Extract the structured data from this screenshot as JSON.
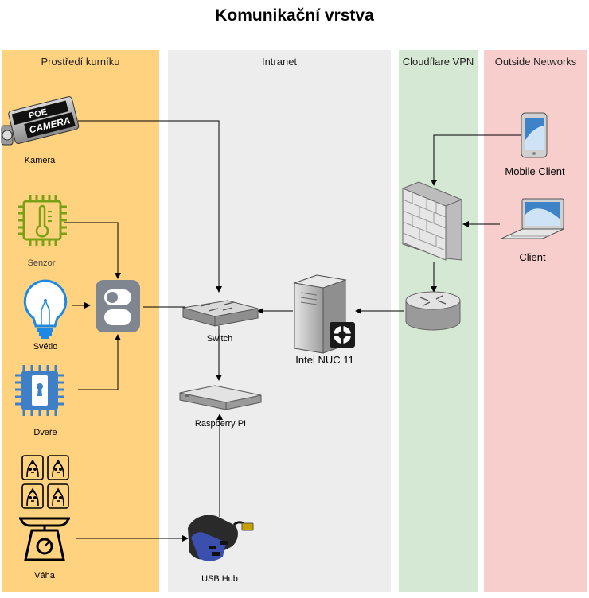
{
  "title": "Komunikační vrstva",
  "lanes": {
    "farm": "Prostředí kurníku",
    "intranet": "Intranet",
    "vpn": "Cloudflare VPN",
    "outside": "Outside Networks"
  },
  "nodes": {
    "camera": "Kamera",
    "camera_badge_top": "POE",
    "camera_badge_bottom": "CAMERA",
    "sensor": "Senzor",
    "light": "Světlo",
    "door": "Dveře",
    "scale": "Váha",
    "switch": "Switch",
    "raspberry": "Raspberry PI",
    "usb_hub": "USB Hub",
    "nuc": "Intel NUC 11",
    "mobile_client": "Mobile Client",
    "client": "Client"
  },
  "colors": {
    "farm_lane": "#FFD27F",
    "intranet_lane": "#EDEDED",
    "vpn_lane": "#D5E8D4",
    "outside_lane": "#F8CECC",
    "iot_green": "#7AA116",
    "iot_blue": "#3F7FC8"
  }
}
